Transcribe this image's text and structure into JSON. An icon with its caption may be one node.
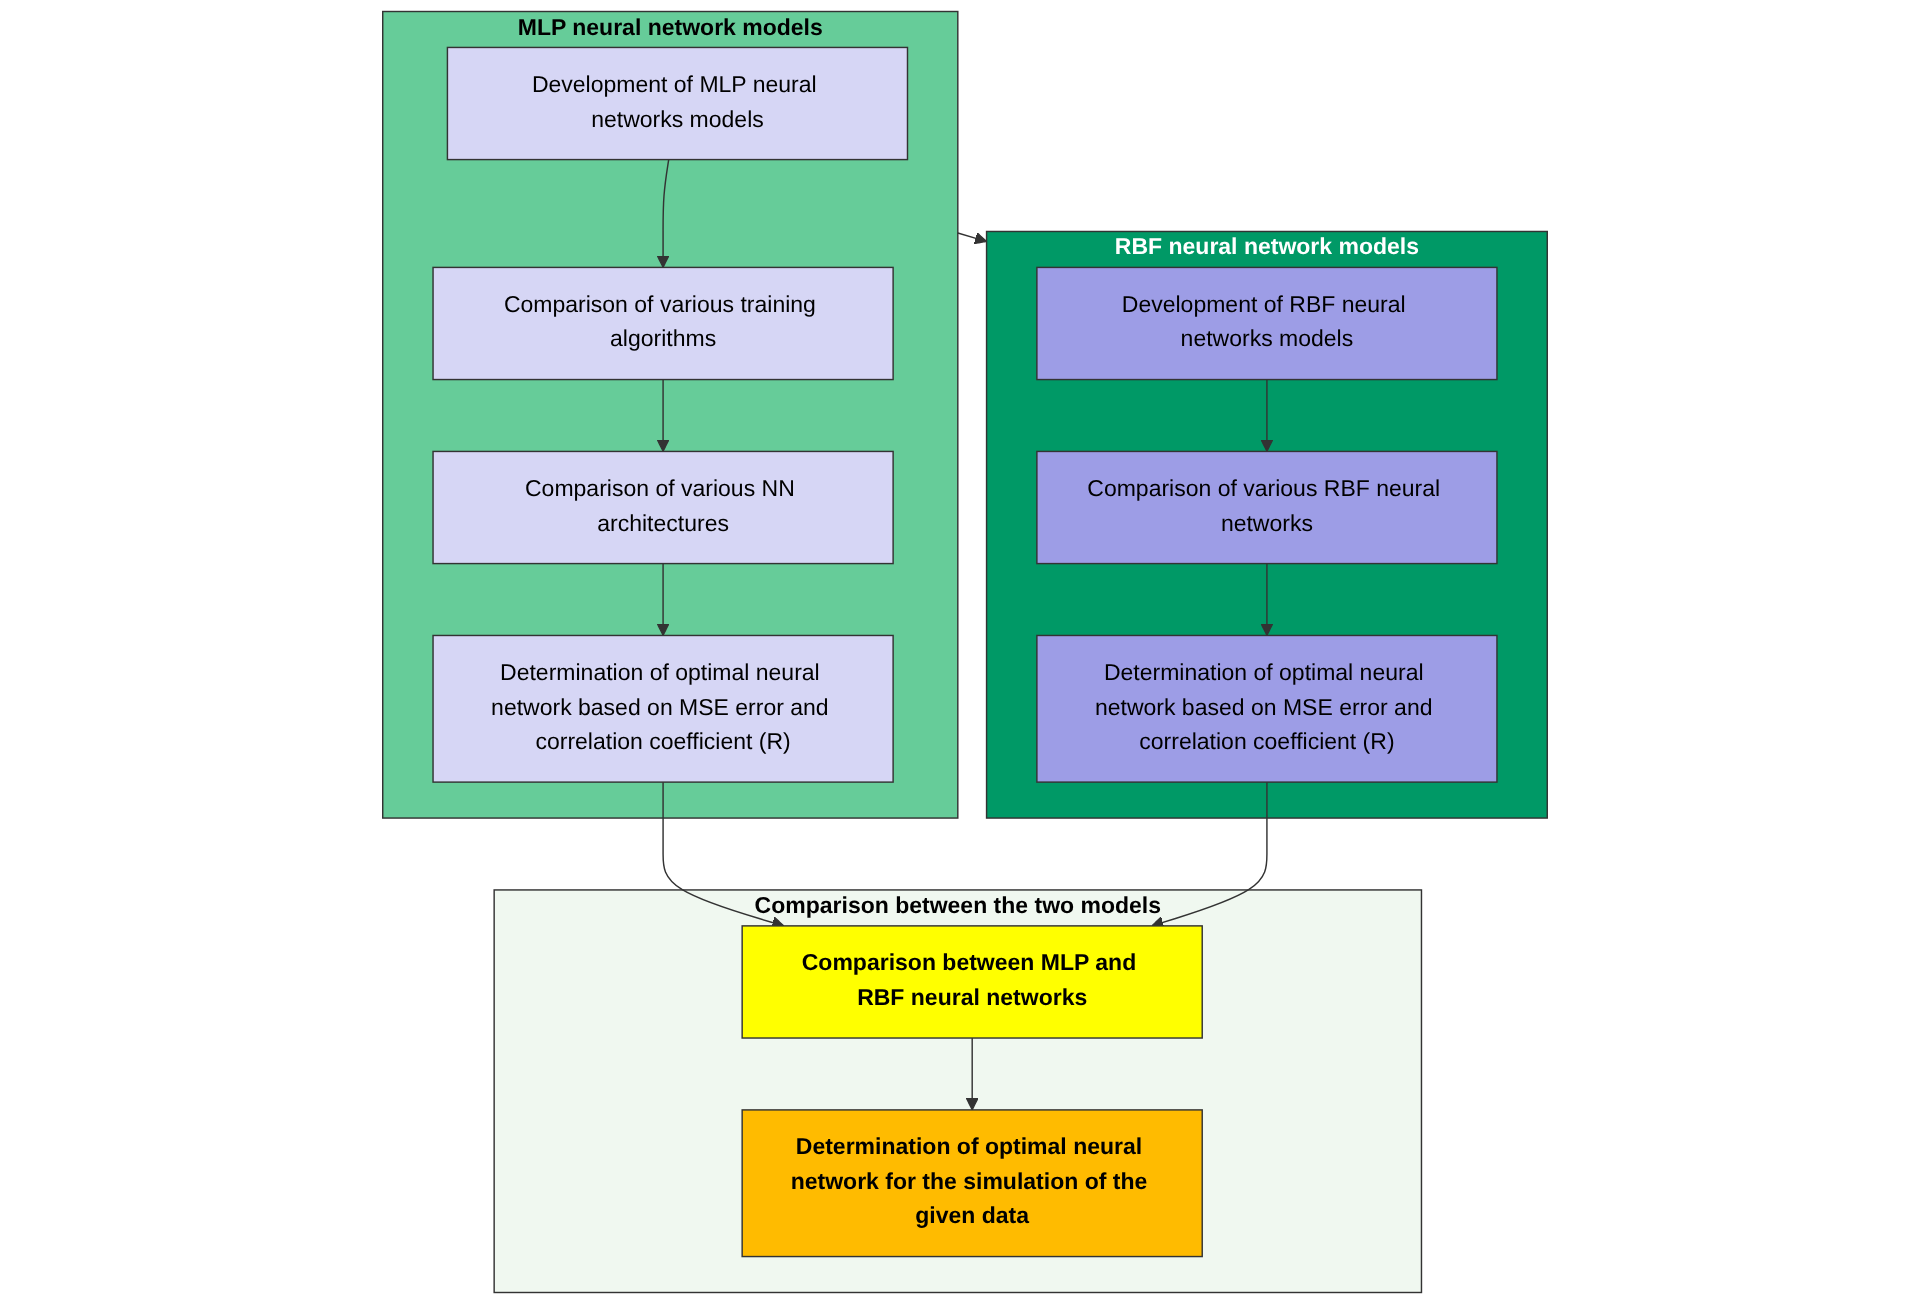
{
  "diagram": {
    "nodes": [
      {
        "text": [
          "MLP neural network models"
        ]
      },
      {
        "text": [
          "Development of MLP neural networks models"
        ],
        "in": 0
      },
      {
        "text": [
          "Comparison of various training algorithms"
        ],
        "in": 0
      },
      {
        "text": [
          "Comparison of various NN architectures"
        ],
        "in": 0
      },
      {
        "text": [
          "Determination of optimal neural network based on MSE error and correlation coefficient (R)"
        ],
        "in": 0
      },
      {
        "text": [
          "RBF neural network models"
        ]
      },
      {
        "text": [
          "Development of RBF neural networks models"
        ],
        "in": 5
      },
      {
        "text": [
          "Comparison of various RBF neural networks"
        ],
        "in": 5
      },
      {
        "text": [
          "Determination of optimal neural network based on MSE error and correlation coefficient (R)"
        ],
        "in": 5
      },
      {
        "text": [
          "Comparison between the two models"
        ]
      },
      {
        "text": [
          "Comparison between MLP and RBF neural networks"
        ],
        "in": 9
      },
      {
        "text": [
          "Determination of optimal neural network for the simulation of the given data"
        ],
        "in": 9
      }
    ],
    "edges": [
      {
        "from": 1,
        "to": 2,
        "arrow": "to"
      },
      {
        "from": 2,
        "to": 3,
        "arrow": "to"
      },
      {
        "from": 3,
        "to": 4,
        "arrow": "to"
      },
      {
        "from": 0,
        "to": 5,
        "arrow": "to"
      },
      {
        "from": 6,
        "to": 7,
        "arrow": "to"
      },
      {
        "from": 7,
        "to": 8,
        "arrow": "to"
      },
      {
        "from": 4,
        "to": 10,
        "arrow": "to"
      },
      {
        "from": 8,
        "to": 10,
        "arrow": "to"
      },
      {
        "from": 10,
        "to": 11,
        "arrow": "to"
      }
    ]
  }
}
